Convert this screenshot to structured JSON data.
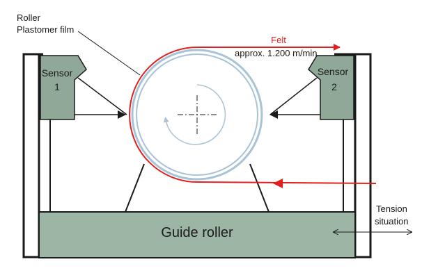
{
  "labels": {
    "roller": "Roller",
    "plastomer_film": "Plastomer film",
    "felt": "Felt",
    "speed": "approx. 1.200 m/min",
    "sensor_1_name": "Sensor",
    "sensor_1_number": "1",
    "sensor_2_name": "Sensor",
    "sensor_2_number": "2",
    "guide_roller": "Guide roller",
    "tension_line1": "Tension",
    "tension_line2": "situation"
  },
  "colors": {
    "felt_red": "#e02020",
    "film_blue": "#a9c3d6",
    "sensor_fill": "#8fa897",
    "guide_fill": "#9db5a4",
    "frame_stroke": "#1a1a1a"
  },
  "icons": {
    "rotation": "rotation-arrow-icon",
    "center": "crosshair-icon",
    "tension": "double-arrow-icon"
  }
}
